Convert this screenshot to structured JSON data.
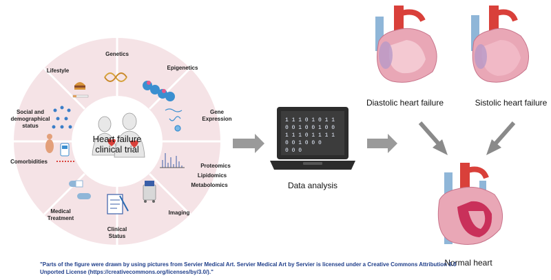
{
  "trial_circle": {
    "center_title_line1": "Heart failure",
    "center_title_line2": "clinical trial",
    "segments": {
      "genetics": "Genetics",
      "epigenetics": "Epigenetics",
      "gene_expression_line1": "Gene",
      "gene_expression_line2": "Expression",
      "proteomics": "Proteomics",
      "lipidomics": "Lipidomics",
      "metabolomics": "Metabolomics",
      "imaging": "Imaging",
      "clinical_status_line1": "Clinical",
      "clinical_status_line2": "Status",
      "medical_treatment_line1": "Medical",
      "medical_treatment_line2": "Treatment",
      "comorbidities": "Comorbidities",
      "social_line1": "Social and",
      "social_line2": "demographical",
      "social_line3": "status",
      "lifestyle": "Lifestyle"
    }
  },
  "laptop": {
    "label": "Data analysis",
    "binary_rows": [
      "1  1 1 0  1 0 1 1",
      "0  0 1 0  0 1 0 0",
      "1  1 1 0  1 1 1 1",
      "0     0 1 0     0 0",
      "0        0        0"
    ]
  },
  "hearts": {
    "diastolic_label": "Diastolic heart failure",
    "systolic_label": "Sistolic heart failure",
    "normal_label": "Normal heart"
  },
  "footer": {
    "text": "\"Parts of the figure were drawn by using pictures from Servier Medical Art. Servier Medical Art by Servier is licensed under a Creative Commons Attribution 3.0 Unported License (https://creativecommons.org/licenses/by/3.0/).\""
  },
  "colors": {
    "ring": "#f5e3e6",
    "ring_divider": "#ffffff",
    "arrow": "#9a9a9a",
    "heart_red": "#d9403a",
    "heart_blue": "#8fb6d8",
    "heart_pink": "#e9a7b6",
    "footer_text": "#1f3e8a"
  }
}
